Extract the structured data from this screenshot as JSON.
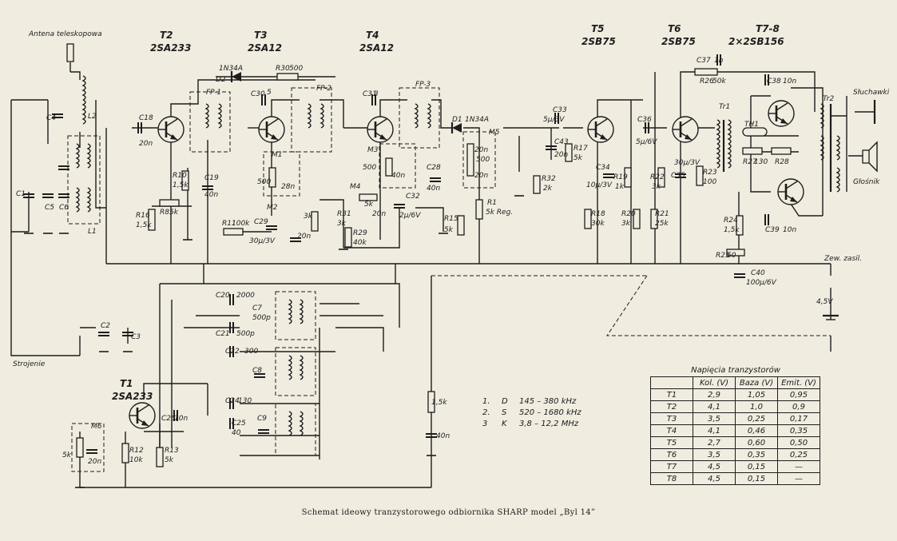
{
  "labels": {
    "antenna": "Antena teleskopowa",
    "tuning": "Strojenie",
    "headphones": "Słuchawki",
    "speaker": "Głośnik",
    "ext_supply": "Zew. zasil.",
    "battery": "4,5V",
    "thermistor": "TH1",
    "regulation": "5k Reg."
  },
  "transistors": [
    {
      "ref": "T1",
      "type": "2SA233"
    },
    {
      "ref": "T2",
      "type": "2SA233"
    },
    {
      "ref": "T3",
      "type": "2SA12"
    },
    {
      "ref": "T4",
      "type": "2SA12"
    },
    {
      "ref": "T5",
      "type": "2SB75"
    },
    {
      "ref": "T6",
      "type": "2SB75"
    },
    {
      "ref": "T7-8",
      "type": "2×2SB156"
    }
  ],
  "diodes": [
    {
      "ref": "D2",
      "type": "1N34A"
    },
    {
      "ref": "D1",
      "type": "1N34A"
    }
  ],
  "filters": [
    "FP-1",
    "FP-2",
    "FP-3"
  ],
  "transformers": [
    "Tr1",
    "Tr2"
  ],
  "components": {
    "c1": "C1",
    "c2": "C2",
    "c3": "C3",
    "c4": "C4",
    "c5": "C5",
    "c6": "C6",
    "c8": "C8",
    "c9": "C9",
    "l1": "L1",
    "l2": "L2",
    "c18": "C18",
    "c18v": "20n",
    "r10": "R10",
    "r10v": "1,5k",
    "c19": "C19",
    "c19v": "40n",
    "r8": "R8",
    "r8v": "5k",
    "r16": "R16",
    "r16v": "1,5k",
    "r30": "R30",
    "r30v": "500",
    "c30": "C30",
    "c30v": "5",
    "m1": "M1",
    "m1r": "500",
    "m1c": "28n",
    "m2": "M2",
    "r11": "R11",
    "r11v": "100k",
    "c29": "C29",
    "c29v": "30µ/3V",
    "c3k": "3k",
    "c20n": "20n",
    "c31": "C31",
    "c31v": "3",
    "m3": "M3",
    "m3r": "500",
    "m3c": "40n",
    "m4": "M4",
    "m4r": "5k",
    "m4c": "20n",
    "c32": "C32",
    "c32v": "2µ/6V",
    "r31": "R31",
    "r31v": "3k",
    "r29": "R29",
    "r29v": "40k",
    "m5": "M5",
    "m5a": "20n",
    "m5b": "500",
    "m5c": "20n",
    "c28": "C28",
    "c28v": "40n",
    "r15": "R15",
    "r15v": "5k",
    "r1": "R1",
    "c33": "C33",
    "c33v": "5µ/3V",
    "c43": "C43",
    "c43v": "20n",
    "r17": "R17",
    "r17v": "5k",
    "r32": "R32",
    "r32v": "2k",
    "c34": "C34",
    "c34v": "10µ/3V",
    "r18": "R18",
    "r18v": "30k",
    "r19": "R19",
    "r19v": "1k",
    "r20": "R20",
    "r20v": "3k",
    "c36": "C36",
    "c36v": "5µ/6V",
    "r22": "R22",
    "r22v": "3k",
    "r21": "R21",
    "r21v": "25k",
    "c35": "C35",
    "c35v": "30µ/3V",
    "r23": "R23",
    "r23v": "100",
    "c37": "C37",
    "c37v": "1n",
    "r26": "R26",
    "r26v": "50k",
    "c38": "C38",
    "c38v": "10n",
    "c39": "C39",
    "c39v": "10n",
    "r27": "R27",
    "r27v": "130",
    "r28": "R28",
    "r24": "R24",
    "r24v": "1,5k",
    "r25": "R25",
    "r25v": "50",
    "c40": "C40",
    "c40v": "100µ/6V",
    "c20": "C20",
    "c20v": "2000",
    "c7": "C7",
    "c7v": "500p",
    "c21": "C21",
    "c21v": "500p",
    "c22": "C22",
    "c22v": "300",
    "c24": "C24",
    "c24v": "130",
    "c25": "C25",
    "c25v": "40",
    "c26": "C26",
    "c26v": "10n",
    "r12": "R12",
    "r12v": "10k",
    "r13": "R13",
    "r13v": "5k",
    "m6": "M6",
    "m6r": "5k",
    "m6c": "20n",
    "r1k5": "1,5k",
    "c40n": "40n"
  },
  "bands": [
    {
      "n": "1.",
      "code": "D",
      "range": "145 – 380 kHz"
    },
    {
      "n": "2.",
      "code": "S",
      "range": "520 – 1680 kHz"
    },
    {
      "n": "3",
      "code": "K",
      "range": "3,8 – 12,2 MHz"
    }
  ],
  "voltage_table": {
    "title": "Napięcia tranzystorów",
    "headers": [
      "",
      "Kol. (V)",
      "Baza (V)",
      "Emit. (V)"
    ],
    "rows": [
      [
        "T1",
        "2,9",
        "1,05",
        "0,95"
      ],
      [
        "T2",
        "4,1",
        "1,0",
        "0,9"
      ],
      [
        "T3",
        "3,5",
        "0,25",
        "0,17"
      ],
      [
        "T4",
        "4,1",
        "0,46",
        "0,35"
      ],
      [
        "T5",
        "2,7",
        "0,60",
        "0,50"
      ],
      [
        "T6",
        "3,5",
        "0,35",
        "0,25"
      ],
      [
        "T7",
        "4,5",
        "0,15",
        "—"
      ],
      [
        "T8",
        "4,5",
        "0,15",
        "—"
      ]
    ]
  },
  "caption": "Schemat ideowy tranzystorowego odbiornika SHARP model „Byl 14”"
}
